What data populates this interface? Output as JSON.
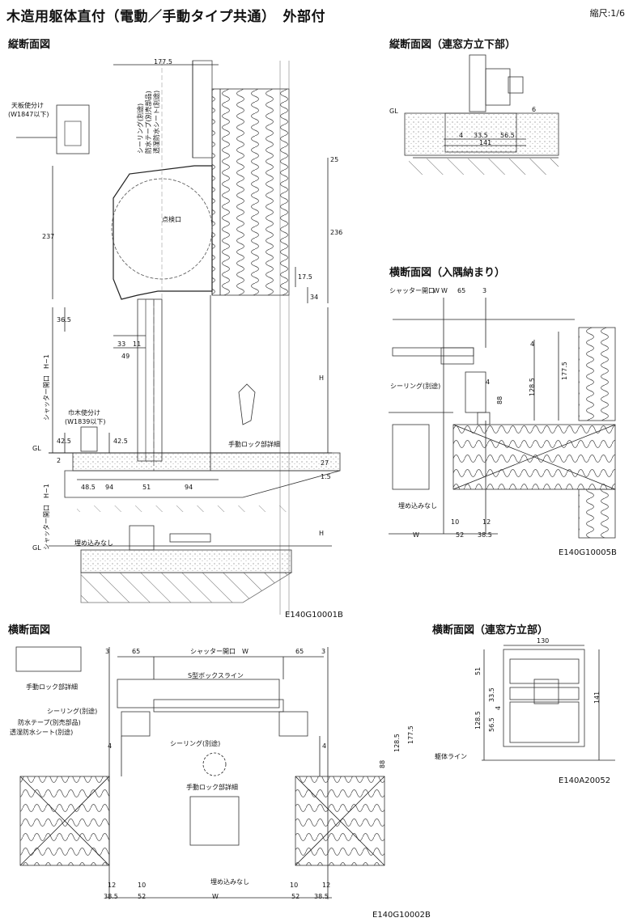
{
  "header": {
    "title": "木造用躯体直付（電動／手動タイプ共通）　外部付",
    "scale": "縮尺:1/6"
  },
  "sections": {
    "vertical": "縦断面図",
    "vertical_continuous_bottom": "縦断面図（連窓方立下部）",
    "horizontal_corner": "横断面図（入隅納まり）",
    "horizontal": "横断面図",
    "horizontal_continuous": "横断面図（連窓方立部）"
  },
  "codes": {
    "vertical": "E140G10001B",
    "corner": "E140G10005B",
    "horizontal": "E140G10002B",
    "continuous": "E140A20052"
  },
  "labels": {
    "ceiling_split": "天板使分け",
    "ceiling_split_w": "(W1847以下)",
    "hinge_split": "巾木使分け",
    "hinge_split_w": "(W1839以下)",
    "sealing": "シーリング(別途)",
    "waterproof_tape": "防水テープ(別売部品)",
    "breathable_sheet": "透湿防水シート(別途)",
    "inspection": "点検口",
    "manual_lock": "手動ロック部詳細",
    "gl": "GL",
    "shutter_open": "シャッター開口",
    "shutter_open_h": "シャッター開口　H−1",
    "not_embedded": "埋め込みなし",
    "box_line": "S型ボックスライン",
    "frame_line": "躯体ライン",
    "sealing2": "シーリング(別途)",
    "waterproof_tape2": "防水テープ(別売部品)",
    "breathable_sheet2": "透湿防水シート(別途)",
    "sealing_corner": "シーリング(別途)",
    "not_embedded_corner": "埋め込みなし",
    "not_embedded_h": "埋め込みなし",
    "manual_lock_h": "手動ロック部詳細",
    "manual_lock_h2": "手動ロック部詳細",
    "shutter_open_w": "シャッター開口　W",
    "shutter_open_corner": "シャッター開口　W"
  },
  "dims": {
    "v_177_5": "177.5",
    "v_25": "25",
    "v_237": "237",
    "v_236": "236",
    "v_17_5": "17.5",
    "v_34": "34",
    "v_36_5": "36.5",
    "v_33": "33",
    "v_11": "11",
    "v_49": "49",
    "v_H": "H",
    "v_42_5a": "42.5",
    "v_42_5b": "42.5",
    "v_2": "2",
    "v_27": "27",
    "v_1_5": "1.5",
    "v_48_5": "48.5",
    "v_94a": "94",
    "v_51": "51",
    "v_94b": "94",
    "v_H2": "H",
    "cb_4": "4",
    "cb_33_5": "33.5",
    "cb_56_5": "56.5",
    "cb_141": "141",
    "cb_6": "6",
    "c_65": "65",
    "c_3": "3",
    "c_4a": "4",
    "c_4b": "4",
    "c_177_5": "177.5",
    "c_128_5": "128.5",
    "c_88": "88",
    "c_10": "10",
    "c_12": "12",
    "c_52": "52",
    "c_38_5": "38.5",
    "c_W1": "W",
    "c_W2": "W",
    "h_3a": "3",
    "h_65a": "65",
    "h_65b": "65",
    "h_3b": "3",
    "h_4a": "4",
    "h_4b": "4",
    "h_177_5": "177.5",
    "h_128_5": "128.5",
    "h_88": "88",
    "h_12a": "12",
    "h_10": "10",
    "h_38_5a": "38.5",
    "h_52a": "52",
    "h_W": "W",
    "h_52b": "52",
    "h_38_5b": "38.5",
    "h_10b": "10",
    "h_12b": "12",
    "hc_130": "130",
    "hc_51": "51",
    "hc_33_5": "33.5",
    "hc_4": "4",
    "hc_56_5": "56.5",
    "hc_128_5": "128.5",
    "hc_141": "141"
  }
}
